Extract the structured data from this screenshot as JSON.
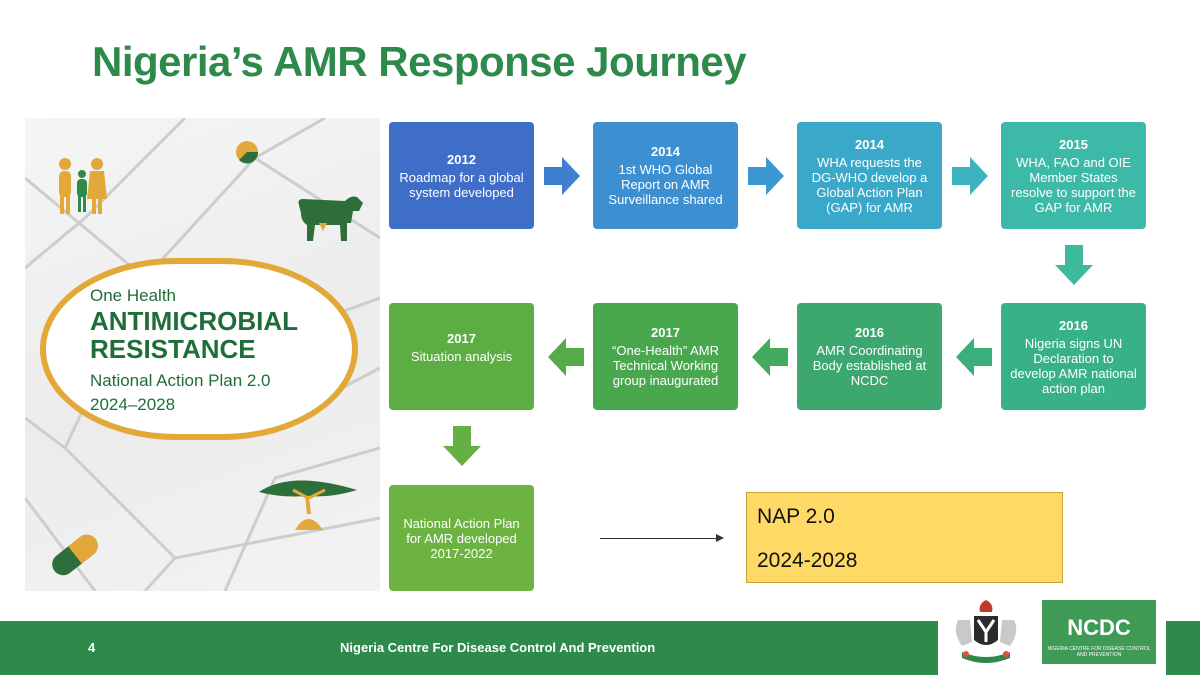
{
  "title": "Nigeria’s AMR Response Journey",
  "cover": {
    "line1": "One Health",
    "line2": "ANTIMICROBIAL",
    "line3": "RESISTANCE",
    "line4": "National Action Plan 2.0",
    "line5": "2024–2028"
  },
  "steps": [
    {
      "year": "2012",
      "text": "Roadmap for a global system developed",
      "color": "#3f6ec9"
    },
    {
      "year": "2014",
      "text": "1st WHO Global Report on AMR Surveillance shared",
      "color": "#3c8fd0"
    },
    {
      "year": "2014",
      "text": "WHA requests the DG-WHO develop a Global Action Plan (GAP) for AMR",
      "color": "#3aa9c9"
    },
    {
      "year": "2015",
      "text": "WHA, FAO and OIE Member States resolve to support the GAP for AMR",
      "color": "#3dbaa7"
    },
    {
      "year": "2016",
      "text": "Nigeria signs UN Declaration to develop AMR national action plan",
      "color": "#38b08a"
    },
    {
      "year": "2016",
      "text": "AMR Coordinating Body established at NCDC",
      "color": "#3ca86f"
    },
    {
      "year": "2017",
      "text": "“One-Health” AMR Technical Working group inaugurated",
      "color": "#49a84e"
    },
    {
      "year": "2017",
      "text": "Situation analysis",
      "color": "#5cae44"
    },
    {
      "year": "",
      "text": "National Action Plan for AMR developed 2017-2022",
      "color": "#6cb342"
    }
  ],
  "nap": {
    "line1": "NAP 2.0",
    "line2": "2024-2028"
  },
  "footer": {
    "page": "4",
    "org": "Nigeria Centre For Disease Control And Prevention",
    "logo": "NCDC",
    "logo_sub": "NIGERIA CENTRE FOR DISEASE CONTROL AND PREVENTION"
  },
  "colors": {
    "brand_green": "#2e8a4a",
    "badge_gold": "#e2a93a",
    "nap_fill": "#ffd966"
  },
  "icons": [
    "family-icon",
    "pie-icon",
    "cow-icon",
    "tree-icon",
    "pill-icon",
    "coat-of-arms-icon",
    "arrow-right-icon",
    "arrow-left-icon",
    "arrow-down-icon"
  ]
}
